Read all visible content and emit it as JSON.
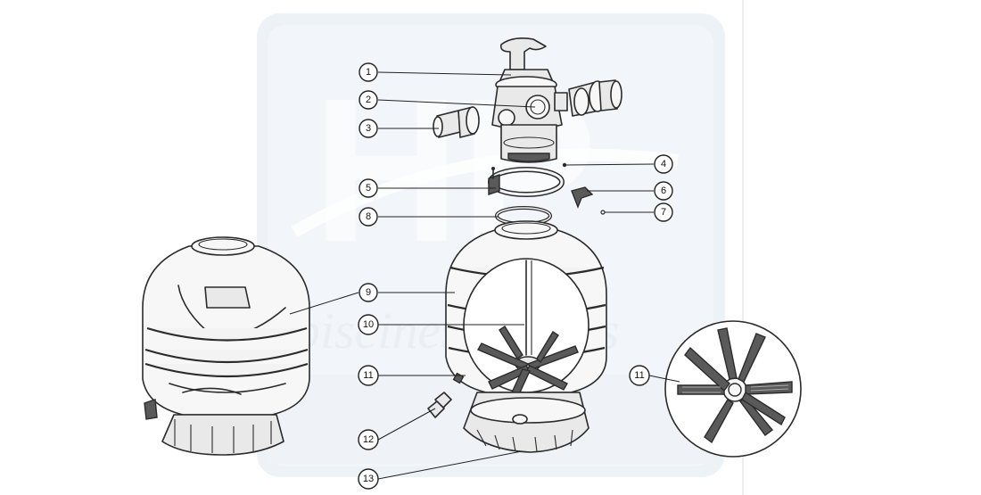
{
  "diagram": {
    "watermark": {
      "logo_text": "HP",
      "brand_text": "piscines & spas",
      "color": "#c7d6e4"
    },
    "callouts": [
      {
        "id": "c1",
        "label": "1"
      },
      {
        "id": "c2",
        "label": "2"
      },
      {
        "id": "c3",
        "label": "3"
      },
      {
        "id": "c4",
        "label": "4"
      },
      {
        "id": "c5",
        "label": "5"
      },
      {
        "id": "c6",
        "label": "6"
      },
      {
        "id": "c7",
        "label": "7"
      },
      {
        "id": "c8",
        "label": "8"
      },
      {
        "id": "c9",
        "label": "9"
      },
      {
        "id": "c10",
        "label": "10"
      },
      {
        "id": "c11a",
        "label": "11"
      },
      {
        "id": "c11b",
        "label": "11"
      },
      {
        "id": "c12",
        "label": "12"
      },
      {
        "id": "c13",
        "label": "13"
      }
    ]
  }
}
